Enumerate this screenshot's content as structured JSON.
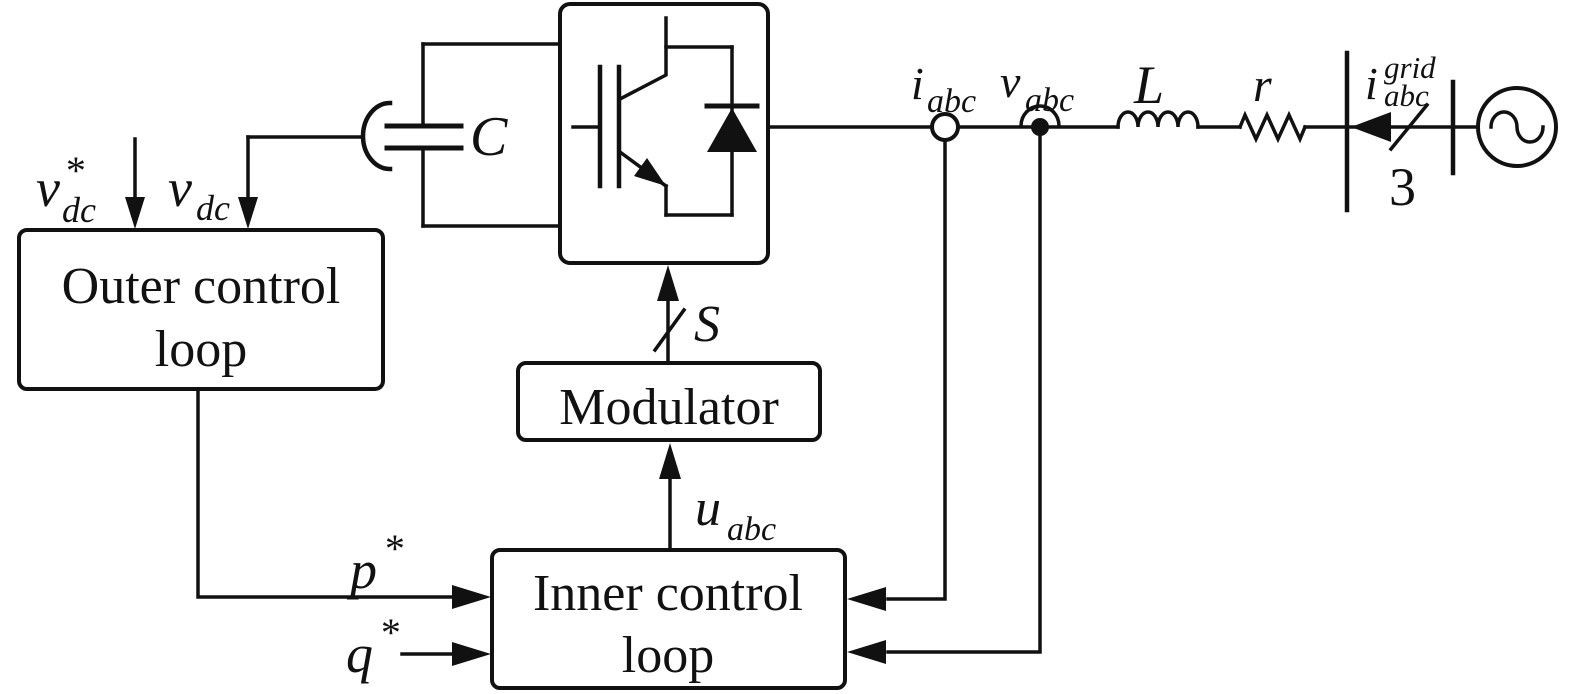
{
  "figure": {
    "background": "#ffffff",
    "ink_color": "#111111",
    "blocks": {
      "outer_control": {
        "line1": "Outer control",
        "line2": "loop"
      },
      "modulator": {
        "label": "Modulator"
      },
      "inner_control": {
        "line1": "Inner control",
        "line2": "loop"
      }
    },
    "labels": {
      "vdc_ref": {
        "base": "v",
        "sup": "*",
        "sub": "dc"
      },
      "vdc": {
        "base": "v",
        "sub": "dc"
      },
      "capacitor": "C",
      "iabc": {
        "base": "i",
        "sub": "abc"
      },
      "vabc": {
        "base": "v",
        "sub": "abc"
      },
      "inductor": "L",
      "resistor": "r",
      "grid_current": {
        "base": "i",
        "sup": "grid",
        "sub": "abc"
      },
      "phase_count": "3",
      "switching_signals": "S",
      "uabc": {
        "base": "u",
        "sub": "abc"
      },
      "p_ref": {
        "base": "p",
        "sup": "*"
      },
      "q_ref": {
        "base": "q",
        "sup": "*"
      }
    }
  }
}
